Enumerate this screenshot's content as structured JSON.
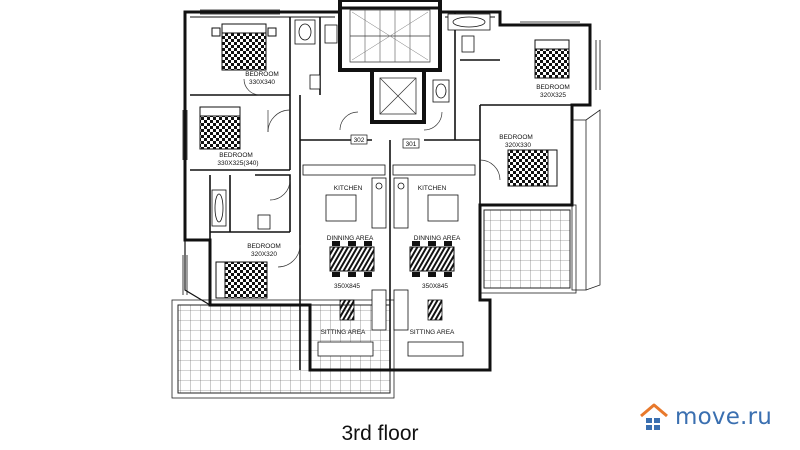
{
  "plan": {
    "rooms": {
      "bedroom_1": {
        "name": "BEDROOM",
        "size": "330X340"
      },
      "bedroom_2": {
        "name": "BEDROOM",
        "size": "330X325(340)"
      },
      "bedroom_3": {
        "name": "BEDROOM",
        "size": "320X320"
      },
      "bedroom_4": {
        "name": "BEDROOM",
        "size": "320X325"
      },
      "bedroom_5": {
        "name": "BEDROOM",
        "size": "320X330"
      },
      "kitchen_left": {
        "name": "KITCHEN"
      },
      "kitchen_right": {
        "name": "KITCHEN"
      },
      "dining_left": {
        "name": "DINNING AREA"
      },
      "dining_right": {
        "name": "DINNING AREA"
      },
      "living_left": {
        "name": "SITTING AREA",
        "size": "350X845"
      },
      "living_right": {
        "name": "SITTING AREA",
        "size": "350X845"
      }
    },
    "apartment_numbers": {
      "left": "302",
      "right": "301"
    },
    "floor_label": "3rd floor"
  },
  "watermark": {
    "text": "move.ru",
    "colors": {
      "text": "#3a6fb0",
      "roof": "#e8792c",
      "blocks": "#3a6fb0"
    },
    "icon": "house-logo-icon"
  }
}
